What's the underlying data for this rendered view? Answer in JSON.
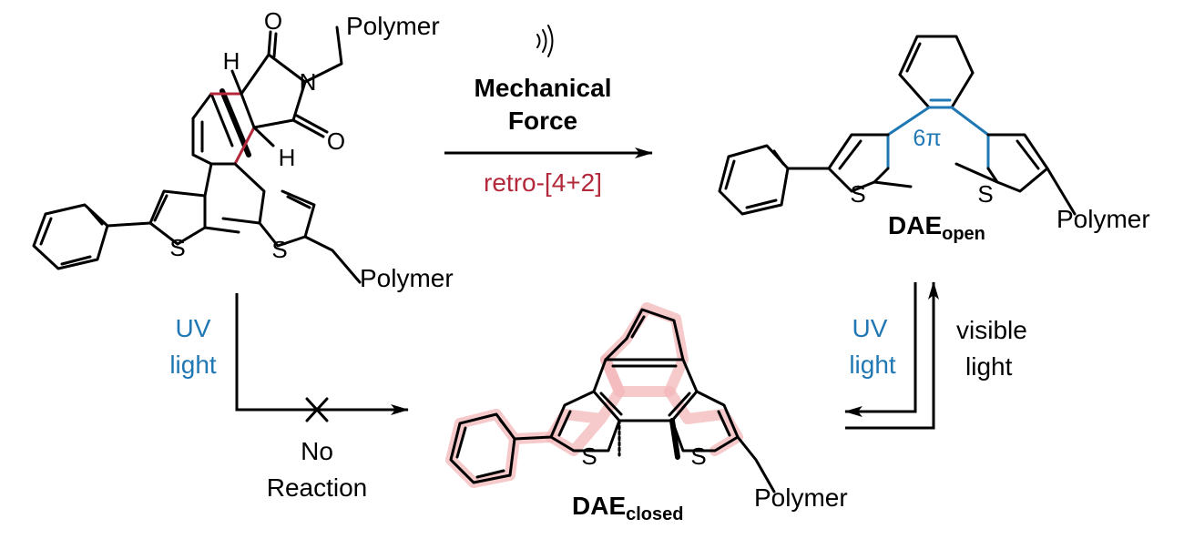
{
  "colors": {
    "uv_blue": "#1f77b4",
    "retro_red": "#b3283a",
    "glow_pink": "#f3b7b9"
  },
  "labels": {
    "polymer": "Polymer",
    "mechanical": "Mechanical",
    "force": "Force",
    "retro": "retro-[4+2]",
    "sixpi": "6π",
    "dae": "DAE",
    "open_sub": "open",
    "closed_sub": "closed",
    "uv": "UV",
    "light": "light",
    "visible": "visible",
    "no": "No",
    "reaction": "Reaction"
  },
  "atoms": {
    "H": "H",
    "N": "N",
    "O": "O",
    "S": "S"
  },
  "icons": {
    "mechanical": "sound-wave-icon",
    "blocked": "cross-icon"
  }
}
